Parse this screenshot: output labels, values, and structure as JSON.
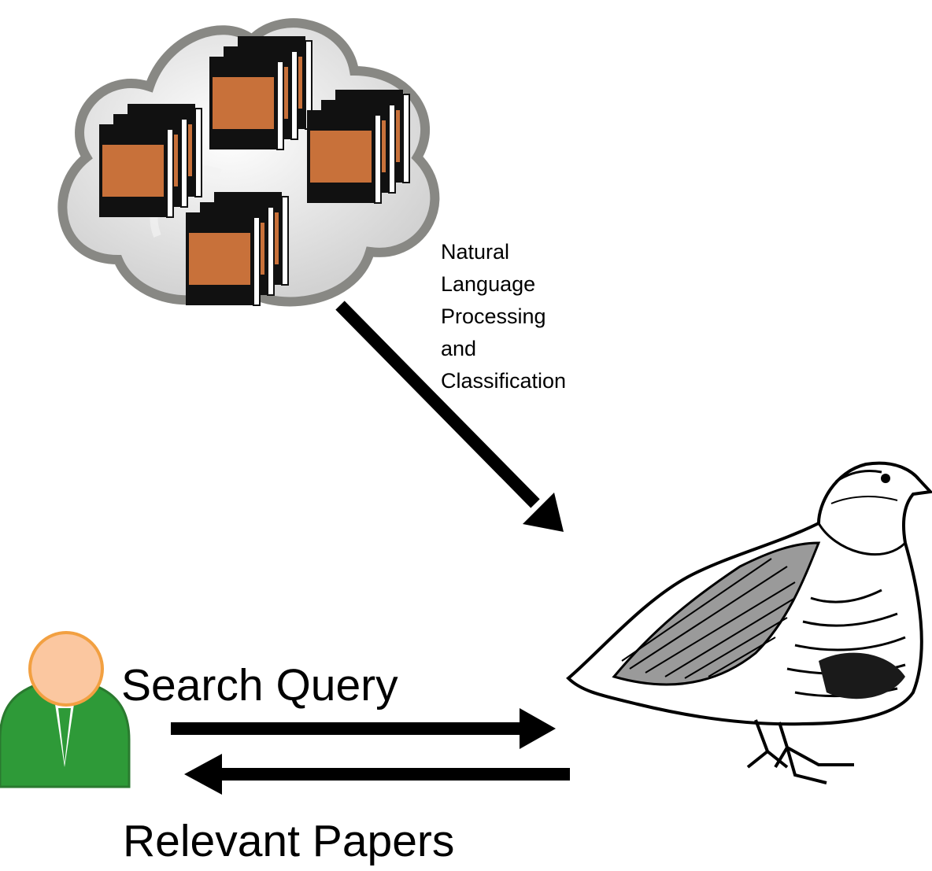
{
  "process_label_lines": [
    "Natural",
    "Language",
    "Processing",
    "and",
    "Classification"
  ],
  "query_label": "Search Query",
  "results_label": "Relevant Papers",
  "icons": {
    "cloud": "cloud-of-documents-icon",
    "user": "user-icon",
    "bird": "partridge-illustration"
  },
  "colors": {
    "book_cover": "#c8713a",
    "cloud_fill": "#e6e6e6",
    "cloud_outline": "#888884",
    "user_shirt": "#2e9a38",
    "user_face": "#fbc7a0",
    "face_outline": "#f2a041",
    "arrow": "#000000"
  }
}
